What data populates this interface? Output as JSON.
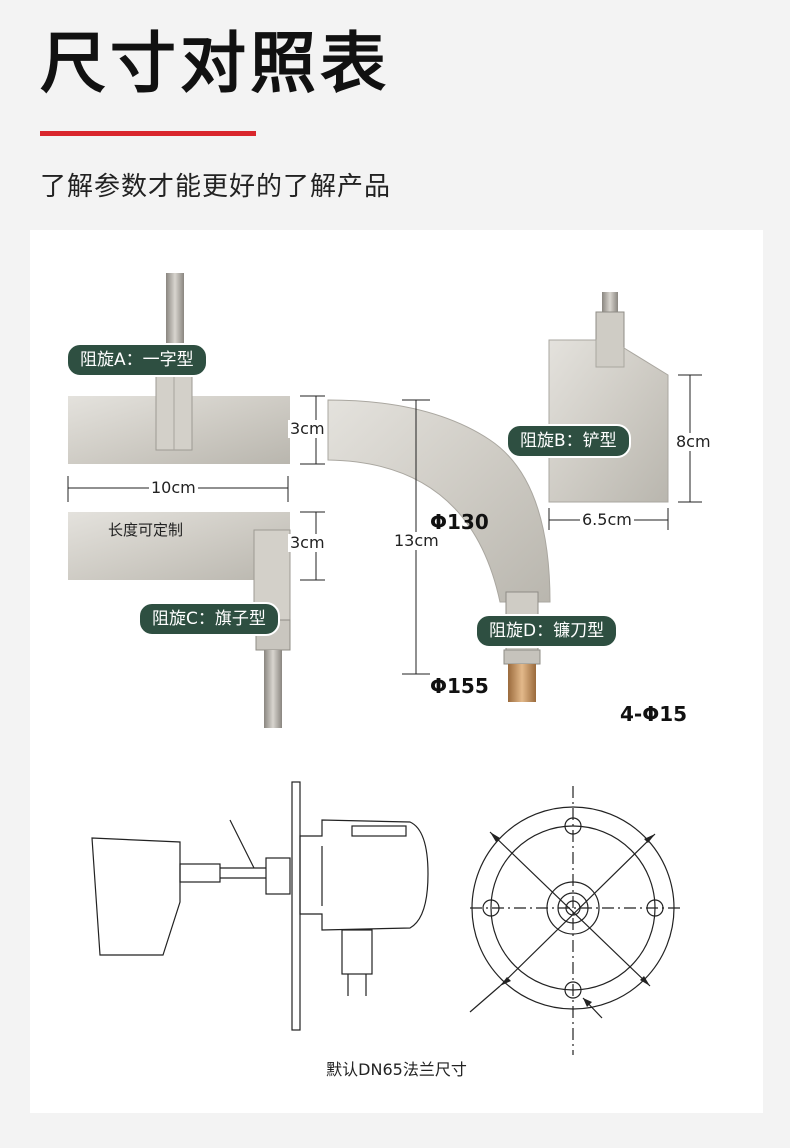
{
  "header": {
    "title": "尺寸对照表",
    "subtitle": "了解参数才能更好的了解产品"
  },
  "photo": {
    "tags": {
      "a": "阻旋A：一字型",
      "b": "阻旋B：铲型",
      "c": "阻旋C：旗子型",
      "d": "阻旋D：镰刀型"
    },
    "dims": {
      "a_height": "3cm",
      "a_width": "10cm",
      "c_height": "3cm",
      "d_height": "13cm",
      "b_height": "8cm",
      "b_width": "6.5cm"
    }
  },
  "drawing": {
    "length_note": "长度可定制",
    "d130": "Φ130",
    "d155": "Φ155",
    "holes": "4-Φ15",
    "caption": "默认DN65法兰尺寸"
  },
  "colors": {
    "accent_red": "#d9262c",
    "tag_green": "#2e4f41"
  }
}
